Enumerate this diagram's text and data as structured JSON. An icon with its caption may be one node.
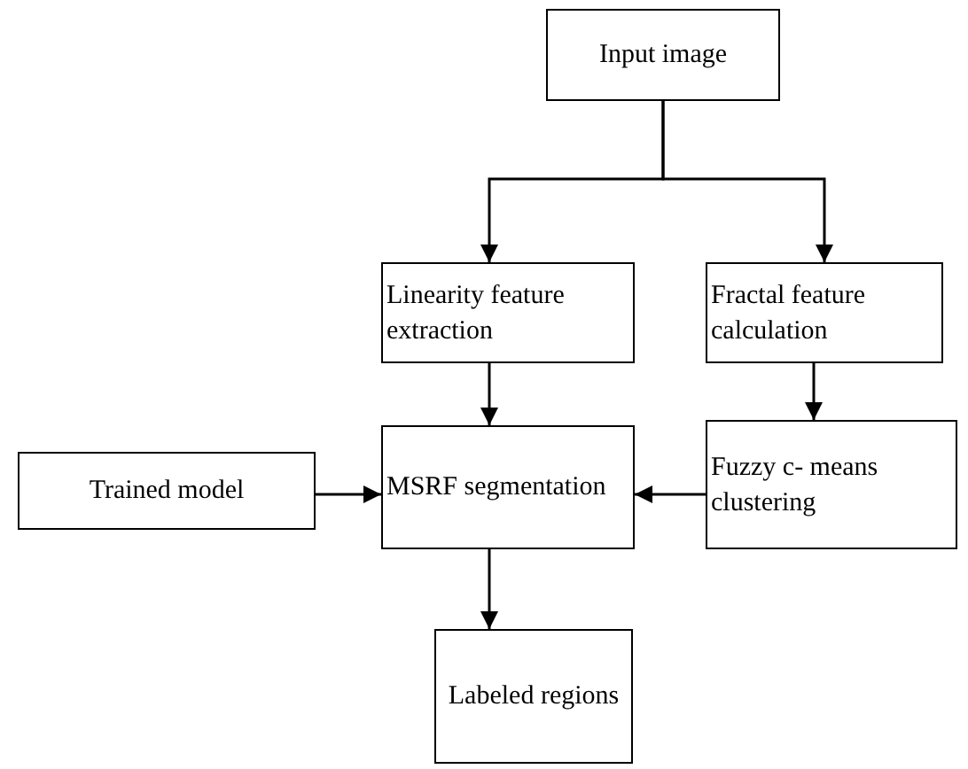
{
  "diagram": {
    "nodes": [
      {
        "text": [
          "Input image"
        ]
      },
      {
        "text": [
          "Linearity feature extraction"
        ]
      },
      {
        "text": [
          "Fractal feature calculation"
        ]
      },
      {
        "text": [
          "Trained model"
        ]
      },
      {
        "text": [
          "MSRF segmentation"
        ]
      },
      {
        "text": [
          "Fuzzy c- means clustering"
        ]
      },
      {
        "text": [
          "Labeled regions"
        ]
      }
    ],
    "edges": [
      {
        "from": 0,
        "to": 1,
        "arrow": "to"
      },
      {
        "from": 0,
        "to": 2,
        "arrow": "to"
      },
      {
        "from": 1,
        "to": 4,
        "arrow": "to"
      },
      {
        "from": 2,
        "to": 5,
        "arrow": "to"
      },
      {
        "from": 3,
        "to": 4,
        "arrow": "to"
      },
      {
        "from": 5,
        "to": 4,
        "arrow": "to"
      },
      {
        "from": 4,
        "to": 6,
        "arrow": "to"
      }
    ]
  }
}
